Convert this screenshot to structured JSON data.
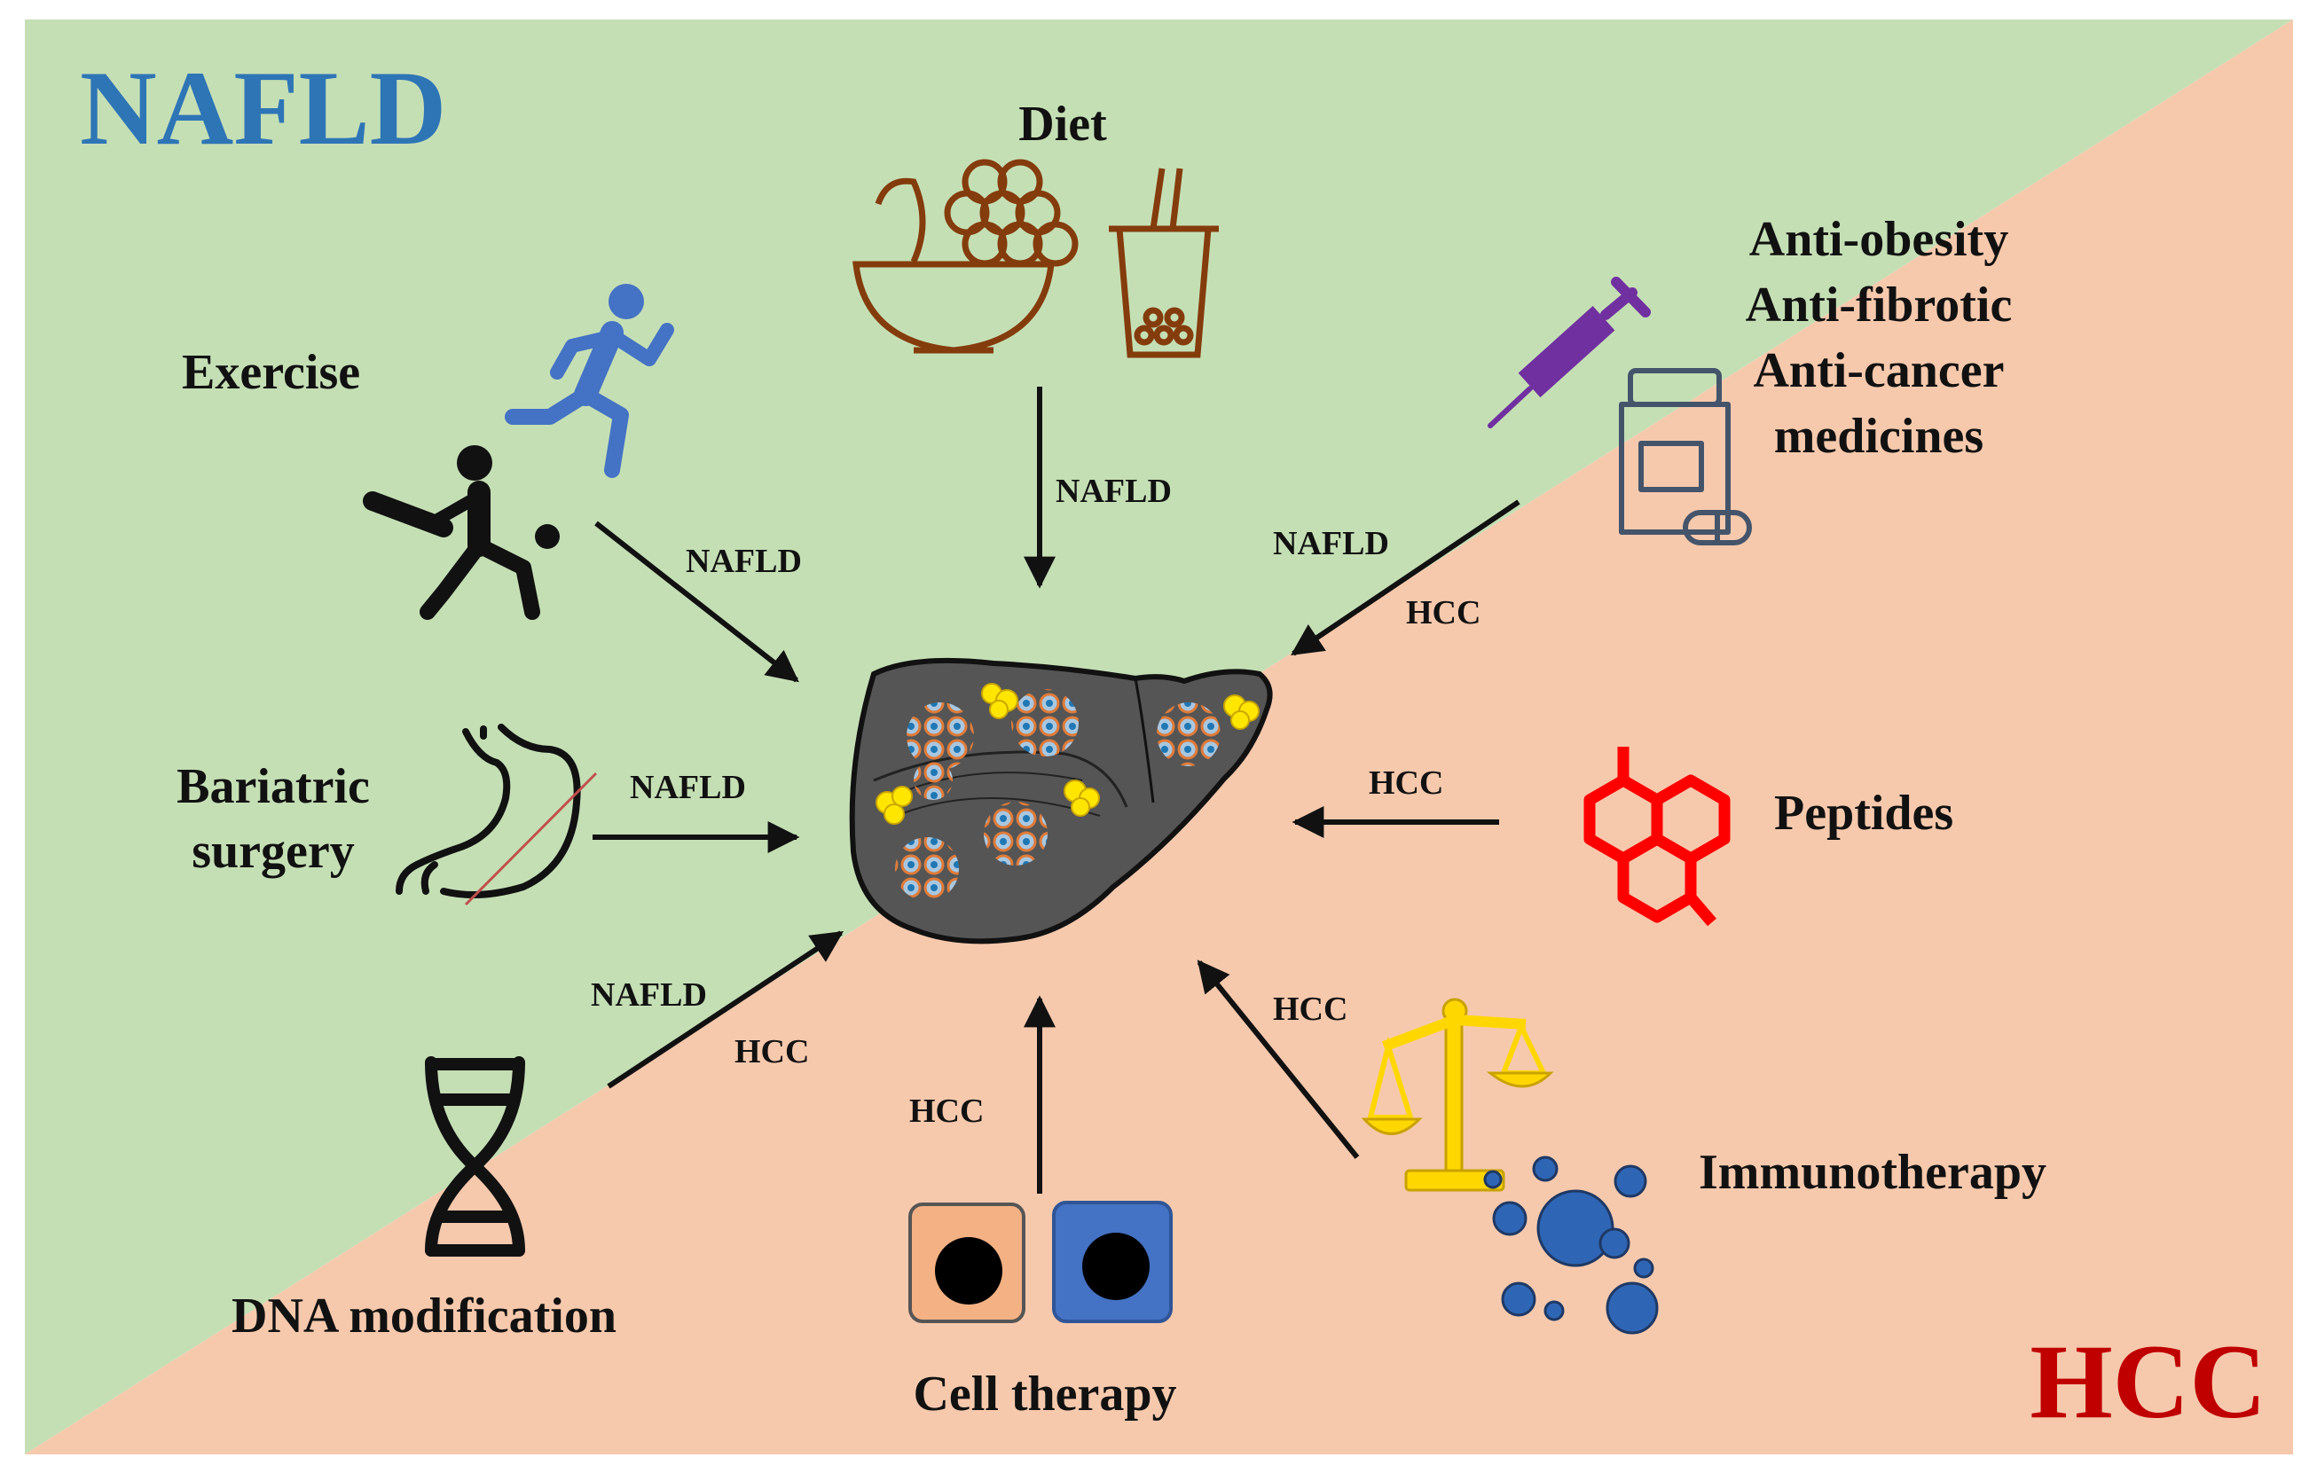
{
  "titles": {
    "nafld": "NAFLD",
    "hcc": "HCC"
  },
  "labels": {
    "diet": "Diet",
    "exercise": "Exercise",
    "bariatric_line1": "Bariatric",
    "bariatric_line2": "surgery",
    "dna": "DNA modification",
    "cell_therapy": "Cell therapy",
    "immunotherapy": "Immunotherapy",
    "peptides": "Peptides",
    "medicines": [
      "Anti-obesity",
      "Anti-fibrotic",
      "Anti-cancer",
      "medicines"
    ]
  },
  "arrow_labels": {
    "diet": "NAFLD",
    "exercise": "NAFLD",
    "bariatric": "NAFLD",
    "dna_top": "NAFLD",
    "dna_bottom": "HCC",
    "medicines_top": "NAFLD",
    "medicines_bottom": "HCC",
    "peptides": "HCC",
    "immunotherapy": "HCC",
    "cell_therapy": "HCC"
  },
  "colors": {
    "nafld_region": "#c5dfb5",
    "hcc_region": "#f6c9ad",
    "nafld_title": "#2e75b6",
    "hcc_title": "#c00000",
    "liver": "#555555",
    "runner": "#4472c4",
    "syringe": "#7030a0",
    "pill_bottle": "#44546a",
    "peptide": "#ff0000",
    "scales": "#ffd700",
    "bubbles": "#2e66b5",
    "cell_orange": "#f4b183",
    "cell_blue": "#4472c4",
    "bowl": "#843c0c"
  },
  "icons": [
    "fruit-bowl-icon",
    "bubble-tea-icon",
    "runner-icon",
    "cricket-player-icon",
    "stomach-icon",
    "dna-icon",
    "syringe-icon",
    "pill-bottle-icon",
    "peptide-hexagon-icon",
    "scales-icon",
    "bubbles-icon",
    "cell-icon",
    "liver-icon"
  ]
}
